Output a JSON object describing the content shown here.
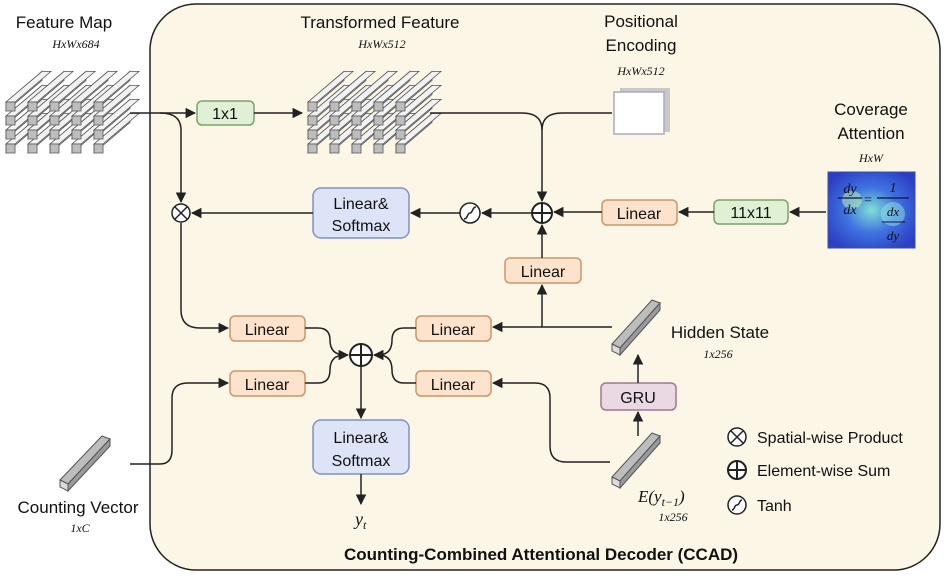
{
  "labels": {
    "feature_map": "Feature Map",
    "feature_map_dim": "HxWx684",
    "transformed_feature": "Transformed Feature",
    "transformed_dim": "HxWx512",
    "positional_line1": "Positional",
    "positional_line2": "Encoding",
    "positional_dim": "HxWx512",
    "coverage_line1": "Coverage",
    "coverage_line2": "Attention",
    "coverage_dim": "HxW",
    "hidden_state": "Hidden State",
    "hidden_dim": "1x256",
    "counting_vector": "Counting Vector",
    "counting_dim": "1xC",
    "embedding": "E(y",
    "embedding_sub": "t−1",
    "embedding_close": ")",
    "embedding_dim": "1x256",
    "output_y": "y",
    "output_sub": "t",
    "title": "Counting-Combined Attentional Decoder (CCAD)"
  },
  "boxes": {
    "conv1x1": "1x1",
    "conv11x11": "11x11",
    "linear_top": "Linear",
    "linear_mid": "Linear",
    "linear_softmax_top_l1": "Linear&",
    "linear_softmax_top_l2": "Softmax",
    "linear_a": "Linear",
    "linear_b": "Linear",
    "linear_c": "Linear",
    "linear_d": "Linear",
    "linear_softmax_bot_l1": "Linear&",
    "linear_softmax_bot_l2": "Softmax",
    "gru": "GRU"
  },
  "legend": {
    "spatial": "Spatial-wise Product",
    "elementwise": "Element-wise Sum",
    "tanh": "Tanh"
  },
  "coverage_image_text": {
    "num": "dy",
    "den": "dx",
    "eq": "=",
    "one": "1",
    "frac_num": "dx",
    "frac_den": "dy"
  },
  "colors": {
    "panel_fill": "#fbf6e6",
    "green_box": "#dff0d4",
    "green_border": "#7aa36a",
    "orange_box": "#fde3cc",
    "orange_border": "#c8986c",
    "blue_box": "#dde4f7",
    "blue_border": "#8090c0",
    "gru_box": "#ead9e3",
    "gru_border": "#a07890",
    "coverage_bg": "#3b5bd6"
  }
}
